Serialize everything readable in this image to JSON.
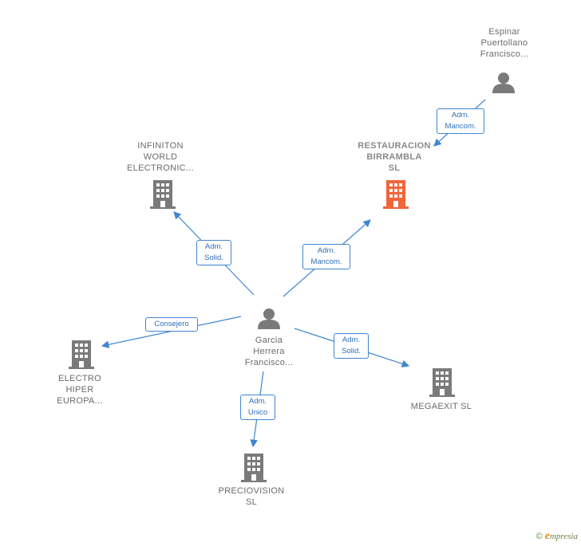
{
  "nodes": {
    "espinar": {
      "lines": [
        "Espinar",
        "Puertollano",
        "Francisco..."
      ]
    },
    "restauracion": {
      "lines": [
        "RESTAURACION",
        "BIRRAMBLA",
        "SL"
      ]
    },
    "infiniton": {
      "lines": [
        "INFINITON",
        "WORLD",
        "ELECTRONIC..."
      ]
    },
    "garcia": {
      "lines": [
        "Garcia",
        "Herrera",
        "Francisco..."
      ]
    },
    "electro": {
      "lines": [
        "ELECTRO",
        "HIPER",
        "EUROPA..."
      ]
    },
    "megaexit": {
      "lines": [
        "MEGAEXIT  SL"
      ]
    },
    "preciovision": {
      "lines": [
        "PRECIOVISION",
        "SL"
      ]
    }
  },
  "edges": {
    "espinar_restauracion": {
      "lines": [
        "Adm.",
        "Mancom."
      ]
    },
    "garcia_restauracion": {
      "lines": [
        "Adm.",
        "Mancom."
      ]
    },
    "garcia_infiniton": {
      "lines": [
        "Adm.",
        "Solid."
      ]
    },
    "garcia_electro": {
      "lines": [
        "Consejero"
      ]
    },
    "garcia_megaexit": {
      "lines": [
        "Adm.",
        "Solid."
      ]
    },
    "garcia_preciovision": {
      "lines": [
        "Adm.",
        "Unico"
      ]
    }
  },
  "footer": {
    "copyright": "©",
    "brand_initial": "e",
    "brand_rest": "mpresia"
  },
  "colors": {
    "edge": "#3f86d3",
    "company": "#7a7a7a",
    "focus_company": "#f2643a",
    "person": "#7a7a7a"
  }
}
